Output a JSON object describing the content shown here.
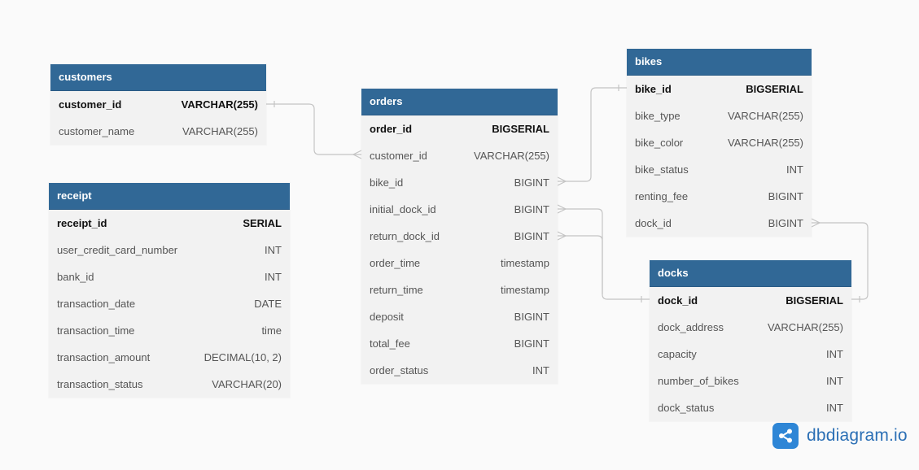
{
  "tables": {
    "customers": {
      "title": "customers",
      "rows": [
        {
          "name": "customer_id",
          "type": "VARCHAR(255)"
        },
        {
          "name": "customer_name",
          "type": "VARCHAR(255)"
        }
      ]
    },
    "receipt": {
      "title": "receipt",
      "rows": [
        {
          "name": "receipt_id",
          "type": "SERIAL"
        },
        {
          "name": "user_credit_card_number",
          "type": "INT"
        },
        {
          "name": "bank_id",
          "type": "INT"
        },
        {
          "name": "transaction_date",
          "type": "DATE"
        },
        {
          "name": "transaction_time",
          "type": "time"
        },
        {
          "name": "transaction_amount",
          "type": "DECIMAL(10, 2)"
        },
        {
          "name": "transaction_status",
          "type": "VARCHAR(20)"
        }
      ]
    },
    "orders": {
      "title": "orders",
      "rows": [
        {
          "name": "order_id",
          "type": "BIGSERIAL"
        },
        {
          "name": "customer_id",
          "type": "VARCHAR(255)"
        },
        {
          "name": "bike_id",
          "type": "BIGINT"
        },
        {
          "name": "initial_dock_id",
          "type": "BIGINT"
        },
        {
          "name": "return_dock_id",
          "type": "BIGINT"
        },
        {
          "name": "order_time",
          "type": "timestamp"
        },
        {
          "name": "return_time",
          "type": "timestamp"
        },
        {
          "name": "deposit",
          "type": "BIGINT"
        },
        {
          "name": "total_fee",
          "type": "BIGINT"
        },
        {
          "name": "order_status",
          "type": "INT"
        }
      ]
    },
    "bikes": {
      "title": "bikes",
      "rows": [
        {
          "name": "bike_id",
          "type": "BIGSERIAL"
        },
        {
          "name": "bike_type",
          "type": "VARCHAR(255)"
        },
        {
          "name": "bike_color",
          "type": "VARCHAR(255)"
        },
        {
          "name": "bike_status",
          "type": "INT"
        },
        {
          "name": "renting_fee",
          "type": "BIGINT"
        },
        {
          "name": "dock_id",
          "type": "BIGINT"
        }
      ]
    },
    "docks": {
      "title": "docks",
      "rows": [
        {
          "name": "dock_id",
          "type": "BIGSERIAL"
        },
        {
          "name": "dock_address",
          "type": "VARCHAR(255)"
        },
        {
          "name": "capacity",
          "type": "INT"
        },
        {
          "name": "number_of_bikes",
          "type": "INT"
        },
        {
          "name": "dock_status",
          "type": "INT"
        }
      ]
    }
  },
  "colors": {
    "header_bg": "#316896",
    "table_bg": "#f2f2f2",
    "connector": "#bfbfbf",
    "logo": "#2e86d6"
  },
  "logo": {
    "text": "dbdiagram.io",
    "icon": "share-icon"
  }
}
